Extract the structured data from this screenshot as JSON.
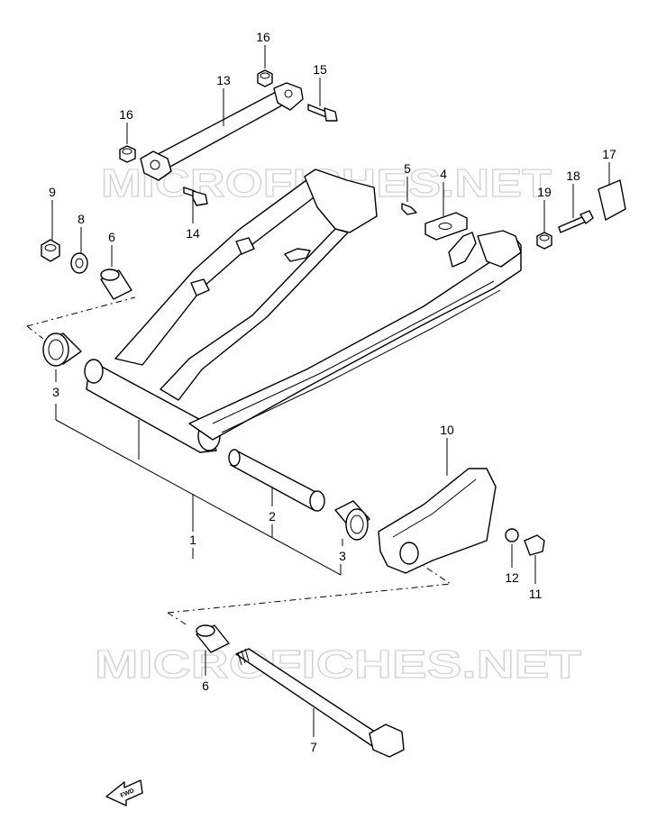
{
  "watermarks": [
    "MICROFICHES.NET",
    "MICROFICHES.NET"
  ],
  "callouts": {
    "c1": "1",
    "c2": "2",
    "c3a": "3",
    "c3b": "3",
    "c4": "4",
    "c5": "5",
    "c6a": "6",
    "c6b": "6",
    "c7": "7",
    "c8": "8",
    "c9": "9",
    "c10": "10",
    "c11": "11",
    "c12": "12",
    "c13": "13",
    "c14": "14",
    "c15": "15",
    "c16a": "16",
    "c16b": "16",
    "c17": "17",
    "c18": "18",
    "c19": "19"
  },
  "direction_badge": "FWD",
  "colors": {
    "line": "#000000",
    "watermark": "#d2d2d2",
    "background": "#ffffff"
  }
}
